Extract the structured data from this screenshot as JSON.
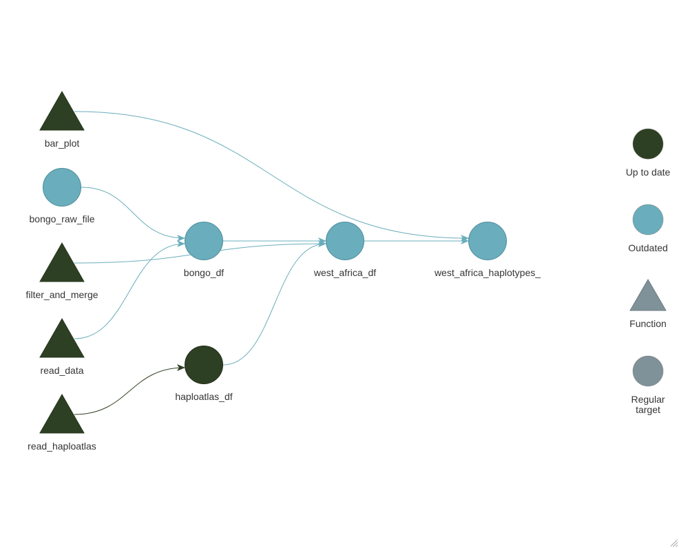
{
  "colors": {
    "up_to_date": "#2E4023",
    "outdated": "#6AADBC",
    "function": "#7F9199",
    "regular": "#7F9199",
    "edge": "#6AADBC",
    "edge_dark": "#2E4023"
  },
  "nodes": [
    {
      "id": "bar_plot",
      "label": "bar_plot",
      "shape": "triangle",
      "status": "up_to_date"
    },
    {
      "id": "bongo_raw_file",
      "label": "bongo_raw_file",
      "shape": "circle",
      "status": "outdated"
    },
    {
      "id": "filter_and_merge",
      "label": "filter_and_merge",
      "shape": "triangle",
      "status": "up_to_date"
    },
    {
      "id": "read_data",
      "label": "read_data",
      "shape": "triangle",
      "status": "up_to_date"
    },
    {
      "id": "read_haploatlas",
      "label": "read_haploatlas",
      "shape": "triangle",
      "status": "up_to_date"
    },
    {
      "id": "bongo_df",
      "label": "bongo_df",
      "shape": "circle",
      "status": "outdated"
    },
    {
      "id": "haploatlas_df",
      "label": "haploatlas_df",
      "shape": "circle",
      "status": "up_to_date"
    },
    {
      "id": "west_africa_df",
      "label": "west_africa_df",
      "shape": "circle",
      "status": "outdated"
    },
    {
      "id": "west_africa_haplotypes_",
      "label": "west_africa_haplotypes_",
      "shape": "circle",
      "status": "outdated"
    }
  ],
  "edges": [
    {
      "from": "bar_plot",
      "to": "west_africa_haplotypes_",
      "status": "outdated"
    },
    {
      "from": "bongo_raw_file",
      "to": "bongo_df",
      "status": "outdated"
    },
    {
      "from": "filter_and_merge",
      "to": "west_africa_df",
      "status": "outdated"
    },
    {
      "from": "read_data",
      "to": "bongo_df",
      "status": "outdated"
    },
    {
      "from": "bongo_df",
      "to": "west_africa_df",
      "status": "outdated"
    },
    {
      "from": "haploatlas_df",
      "to": "west_africa_df",
      "status": "outdated"
    },
    {
      "from": "read_haploatlas",
      "to": "haploatlas_df",
      "status": "up_to_date"
    },
    {
      "from": "west_africa_df",
      "to": "west_africa_haplotypes_",
      "status": "outdated"
    }
  ],
  "legend": [
    {
      "label": "Up to date",
      "shape": "circle",
      "color": "up_to_date"
    },
    {
      "label": "Outdated",
      "shape": "circle",
      "color": "outdated"
    },
    {
      "label": "Function",
      "shape": "triangle",
      "color": "function"
    },
    {
      "label": "Regular target",
      "lines": [
        "Regular",
        "target"
      ],
      "shape": "circle",
      "color": "regular"
    }
  ]
}
